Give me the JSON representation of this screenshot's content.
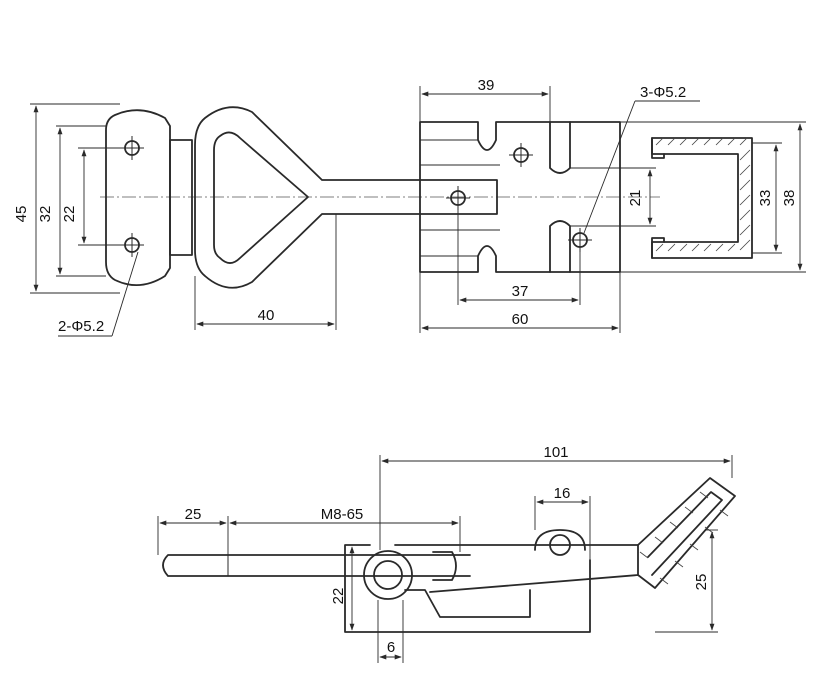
{
  "dimensions": {
    "top": {
      "overall_height": "45",
      "hole_spacing_outer": "32",
      "hole_spacing_inner": "22",
      "handle_length": "40",
      "base_hole_callout": "2-Φ5.2",
      "keeper_hole_offset": "39",
      "keeper_hole_callout": "3-Φ5.2",
      "slot_height": "21",
      "hook_inner_height": "33",
      "hook_outer_height": "38",
      "keeper_hole_spacing": "37",
      "keeper_length": "60"
    },
    "side": {
      "overall_length": "101",
      "bolt_end": "25",
      "bolt_thread": "M8-65",
      "pivot_width": "16",
      "body_height": "22",
      "hook_height": "25",
      "plate_thickness": "6"
    }
  }
}
